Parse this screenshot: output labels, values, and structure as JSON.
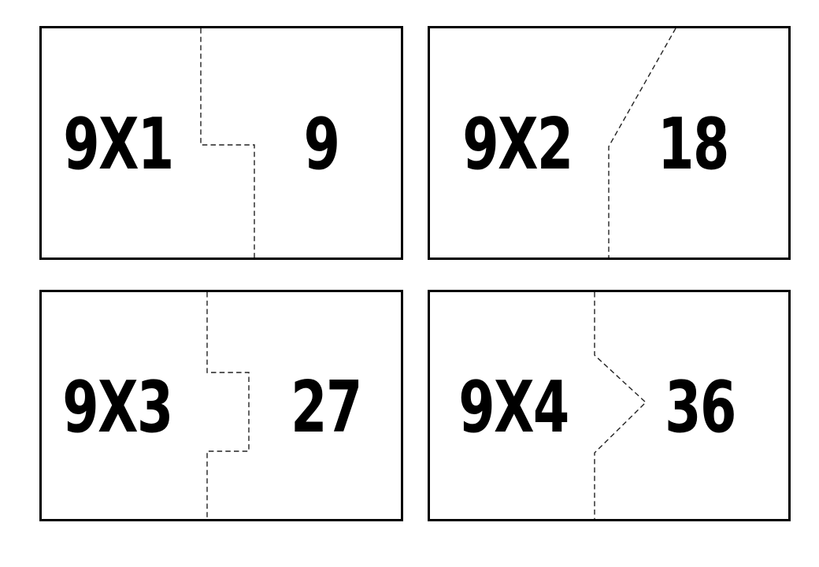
{
  "sheet": {
    "description": "multiplication flashcards, 9 times table, cut-apart puzzle cards"
  },
  "cards": [
    {
      "problem": "9X1",
      "answer": "9",
      "cut_shape": "step"
    },
    {
      "problem": "9X2",
      "answer": "18",
      "cut_shape": "diagonal"
    },
    {
      "problem": "9X3",
      "answer": "27",
      "cut_shape": "tab"
    },
    {
      "problem": "9X4",
      "answer": "36",
      "cut_shape": "chevron"
    }
  ],
  "colors": {
    "background": "#ffffff",
    "card_border": "#000000",
    "text": "#000000",
    "cut_line": "#222222"
  }
}
